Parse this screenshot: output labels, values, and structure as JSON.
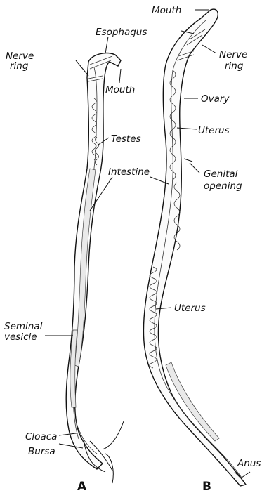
{
  "figure": {
    "panel_a": {
      "letter": "A",
      "labels": {
        "esophagus": "Esophagus",
        "nerve_ring_1": "Nerve",
        "nerve_ring_2": "ring",
        "mouth": "Mouth",
        "testes": "Testes",
        "intestine": "Intestine",
        "seminal_1": "Seminal",
        "seminal_2": "vesicle",
        "cloaca": "Cloaca",
        "bursa": "Bursa"
      }
    },
    "panel_b": {
      "letter": "B",
      "labels": {
        "mouth": "Mouth",
        "nerve_ring_1": "Nerve",
        "nerve_ring_2": "ring",
        "ovary": "Ovary",
        "uterus_1": "Uterus",
        "genital_1": "Genital",
        "genital_2": "opening",
        "uterus_2": "Uterus",
        "anus": "Anus"
      }
    }
  }
}
